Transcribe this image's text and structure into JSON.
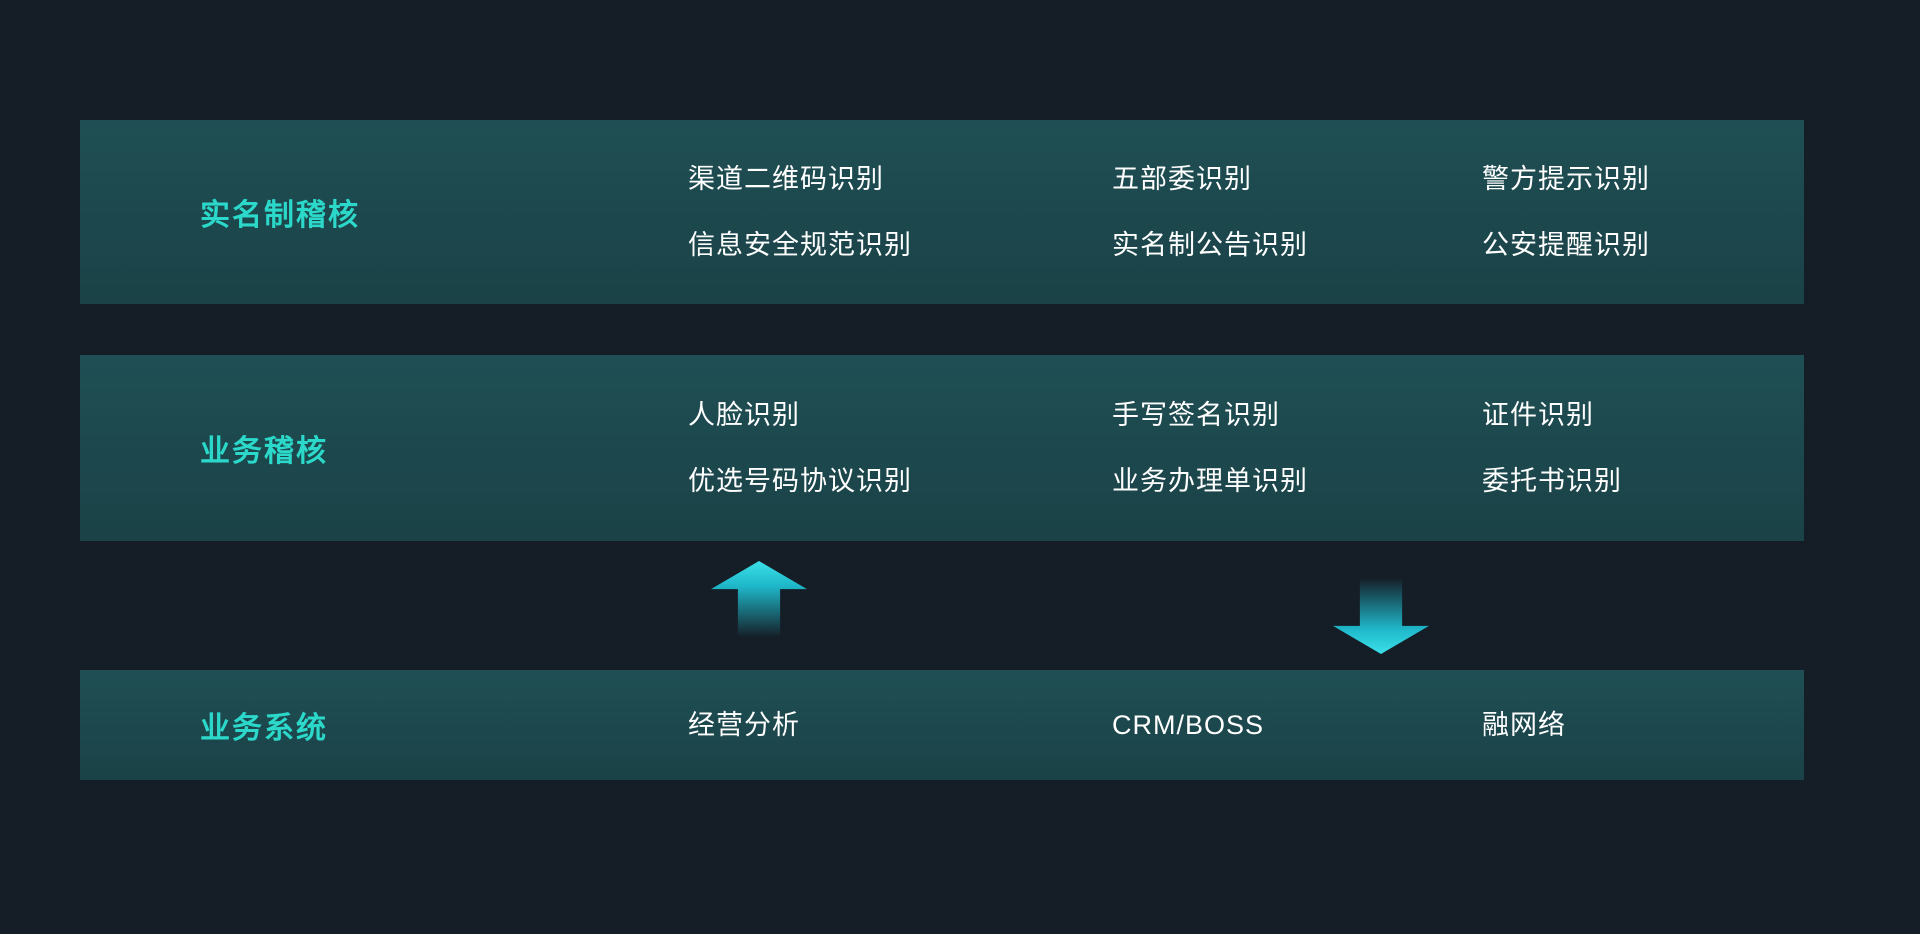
{
  "canvas": {
    "background_color": "#151e27",
    "band_color": "#1d4a4e",
    "accent_color": "#2bd8c9",
    "text_color": "#ffffff",
    "arrow_color": "#3be0e8"
  },
  "rows": [
    {
      "title": "实名制稽核",
      "cols": [
        {
          "items": [
            "渠道二维码识别",
            "信息安全规范识别"
          ]
        },
        {
          "items": [
            "五部委识别",
            "实名制公告识别"
          ]
        },
        {
          "items": [
            "警方提示识别",
            "公安提醒识别"
          ]
        }
      ]
    },
    {
      "title": "业务稽核",
      "cols": [
        {
          "items": [
            "人脸识别",
            "优选号码协议识别"
          ]
        },
        {
          "items": [
            "手写签名识别",
            "业务办理单识别"
          ]
        },
        {
          "items": [
            "证件识别",
            "委托书识别"
          ]
        }
      ]
    },
    {
      "title": "业务系统",
      "cols": [
        {
          "items": [
            "经营分析"
          ]
        },
        {
          "items": [
            "CRM/BOSS"
          ]
        },
        {
          "items": [
            "融网络"
          ]
        }
      ]
    }
  ],
  "icons": [
    {
      "name": "up-arrow-icon",
      "shape": "arrow-up",
      "color": "#3be0e8"
    },
    {
      "name": "down-arrow-icon",
      "shape": "arrow-down",
      "color": "#3be0e8"
    }
  ]
}
